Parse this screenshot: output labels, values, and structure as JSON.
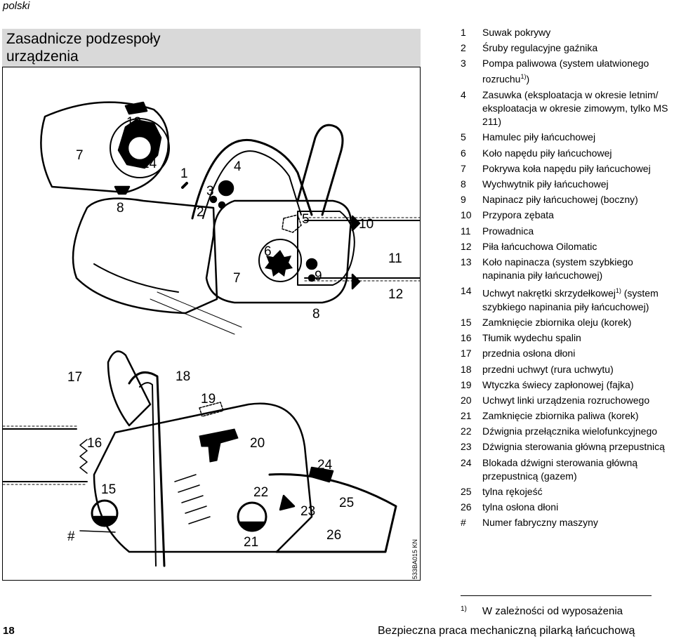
{
  "header": {
    "language": "polski"
  },
  "section": {
    "title": "Zasadnicze podzespoły urządzenia"
  },
  "figure": {
    "code": "533BA015 KN",
    "callouts_top": [
      "7",
      "13",
      "14",
      "1",
      "4",
      "3",
      "8",
      "2",
      "5",
      "10",
      "6",
      "11",
      "7",
      "9",
      "12",
      "8"
    ],
    "callouts_bottom": [
      "17",
      "18",
      "19",
      "16",
      "20",
      "24",
      "15",
      "22",
      "23",
      "25",
      "#",
      "21",
      "26"
    ]
  },
  "legend": [
    {
      "num": "1",
      "text": "Suwak pokrywy"
    },
    {
      "num": "2",
      "text": "Śruby regulacyjne gaźnika"
    },
    {
      "num": "3",
      "text": "Pompa paliwowa (system ułatwionego rozruchu",
      "sup": "1)",
      "after": ")"
    },
    {
      "num": "4",
      "text": "Zasuwka (eksploatacja w okresie letnim/ eksploatacja w okresie zimowym, tylko MS 211)"
    },
    {
      "num": "5",
      "text": "Hamulec piły łańcuchowej"
    },
    {
      "num": "6",
      "text": "Koło napędu piły łańcuchowej"
    },
    {
      "num": "7",
      "text": "Pokrywa koła napędu piły łańcuchowej"
    },
    {
      "num": "8",
      "text": "Wychwytnik piły łańcuchowej"
    },
    {
      "num": "9",
      "text": "Napinacz piły łańcuchowej (boczny)"
    },
    {
      "num": "10",
      "text": "Przypora zębata"
    },
    {
      "num": "11",
      "text": "Prowadnica"
    },
    {
      "num": "12",
      "text": "Piła łańcuchowa Oilomatic"
    },
    {
      "num": "13",
      "text": "Koło napinacza (system szybkiego napinania piły łańcuchowej)"
    },
    {
      "num": "14",
      "text": "Uchwyt nakrętki skrzydełkowej",
      "sup": "1)",
      "after": " (system szybkiego napinania piły łańcuchowej)"
    },
    {
      "num": "15",
      "text": "Zamknięcie zbiornika oleju (korek)"
    },
    {
      "num": "16",
      "text": "Tłumik wydechu spalin"
    },
    {
      "num": "17",
      "text": "przednia osłona dłoni"
    },
    {
      "num": "18",
      "text": "przedni uchwyt (rura uchwytu)"
    },
    {
      "num": "19",
      "text": "Wtyczka świecy zapłonowej (fajka)"
    },
    {
      "num": "20",
      "text": "Uchwyt linki urządzenia rozruchowego"
    },
    {
      "num": "21",
      "text": "Zamknięcie zbiornika paliwa (korek)"
    },
    {
      "num": "22",
      "text": "Dźwignia przełącznika wielofunkcyjnego"
    },
    {
      "num": "23",
      "text": "Dźwignia sterowania główną przepustnicą"
    },
    {
      "num": "24",
      "text": "Blokada dźwigni sterowania główną przepustnicą (gazem)"
    },
    {
      "num": "25",
      "text": "tylna rękojeść"
    },
    {
      "num": "26",
      "text": "tylna osłona dłoni"
    },
    {
      "num": "#",
      "text": "Numer fabryczny maszyny"
    }
  ],
  "footnote": {
    "mark": "1)",
    "text": "W zależności od wyposażenia"
  },
  "footer": {
    "page": "18",
    "title": "Bezpieczna praca mechaniczną pilarką łańcuchową"
  }
}
